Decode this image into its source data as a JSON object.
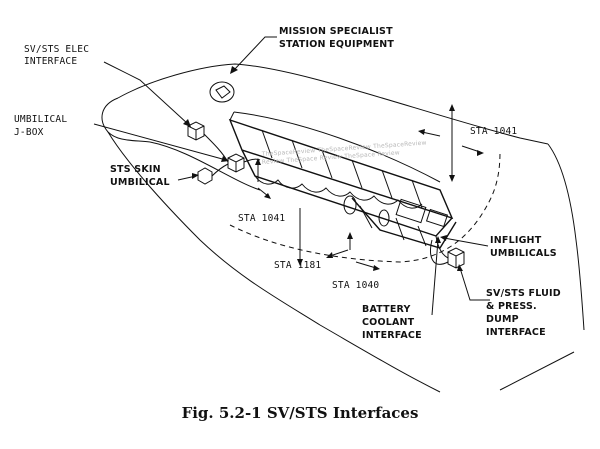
{
  "diagram": {
    "labels": {
      "mission_specialist": [
        "MISSION SPECIALIST",
        "STATION EQUIPMENT"
      ],
      "sv_sts_elec": [
        "SV/STS ELEC",
        "INTERFACE"
      ],
      "umbilical_jbox": [
        "UMBILICAL",
        "J-BOX"
      ],
      "sts_skin_umbilical": [
        "STS SKIN",
        "UMBILICAL"
      ],
      "inflight_umbilicals": [
        "INFLIGHT",
        "UMBILICALS"
      ],
      "sv_sts_fluid": [
        "SV/STS FLUID",
        "& PRESS.",
        "DUMP",
        "INTERFACE"
      ],
      "battery_coolant": [
        "BATTERY",
        "COOLANT",
        "INTERFACE"
      ]
    },
    "stations": {
      "sta_1041_right": "STA 1041",
      "sta_1041_left": "STA 1041",
      "sta_1181": "STA 1181",
      "sta_1040": "STA 1040"
    }
  },
  "caption": "Fig. 5.2-1 SV/STS Interfaces",
  "colors": {
    "ink": "#111111",
    "background": "#ffffff"
  }
}
